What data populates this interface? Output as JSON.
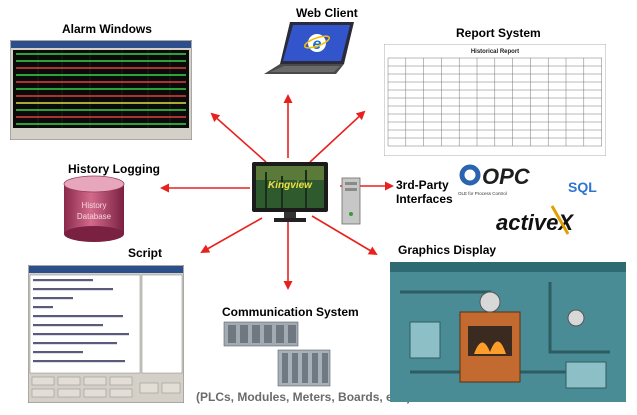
{
  "labels": {
    "alarm_windows": "Alarm Windows",
    "web_client": "Web Client",
    "report_system": "Report System",
    "history_logging": "History Logging",
    "third_party": [
      "3rd-Party",
      "Interfaces"
    ],
    "script": "Script",
    "graphics_display": "Graphics Display",
    "communication_system": "Communication System",
    "communication_note": "(PLCs, Modules, Meters, Boards, etc.)"
  },
  "report": {
    "title": "Historical Report"
  },
  "history_db": {
    "line1": "History",
    "line2": "Database"
  },
  "center": {
    "screen_text": "Kingview"
  },
  "logos": {
    "opc": "OPC",
    "opc_tagline": "OLE for Process Control",
    "sql": "SQL",
    "activex": "activeX"
  },
  "colors": {
    "arrow": "#e8211f",
    "db_fill": "#c04a6e",
    "opc_blue": "#2b63b0",
    "sql_blue": "#2f74d0"
  },
  "icons": {
    "web": "ie-icon",
    "arrows": "arrow-icon"
  }
}
